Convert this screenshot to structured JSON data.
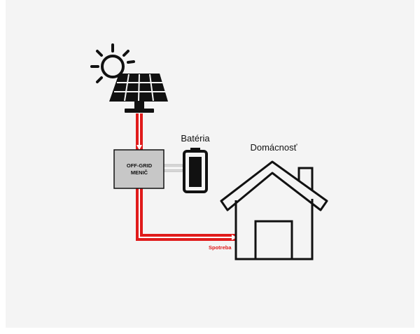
{
  "diagram": {
    "inverter_label_line1": "OFF-GRID",
    "inverter_label_line2": "MENIČ",
    "battery_label": "Batéria",
    "house_label": "Domácnosť",
    "flow_label": "Spotreba"
  },
  "colors": {
    "flow": "#e01b1b",
    "inverter_fill": "#c7c7c7",
    "outline": "#111111",
    "background": "#f4f4f4"
  },
  "icons": {
    "sun": "sun-icon",
    "solar_panel": "solar-panel-icon",
    "battery": "battery-icon",
    "house": "house-icon"
  }
}
